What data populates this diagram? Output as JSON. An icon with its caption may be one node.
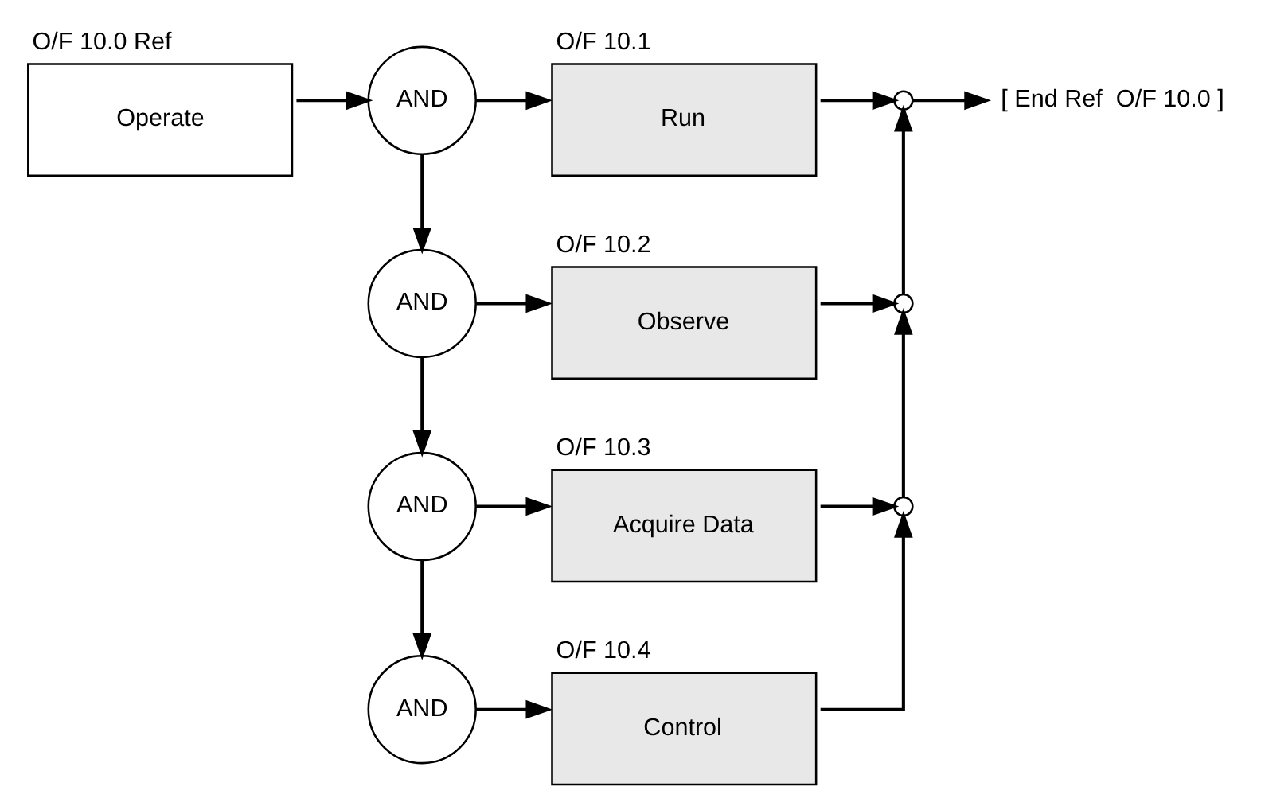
{
  "diagram": {
    "nodes": [
      {
        "text": [
          "Operate"
        ],
        "beside": [
          "O/F 10.0 Ref"
        ]
      },
      {
        "text": [
          "AND"
        ]
      },
      {
        "text": [
          "Run"
        ],
        "beside": [
          "O/F 10.1"
        ]
      },
      {
        "text": [],
        "shape": "circle"
      },
      {
        "text": [
          "[ End Ref  O/F 10.0 ]"
        ]
      },
      {
        "text": [
          "AND"
        ]
      },
      {
        "text": [
          "Observe"
        ],
        "beside": [
          "O/F 10.2"
        ]
      },
      {
        "text": [],
        "shape": "circle"
      },
      {
        "text": [
          "AND"
        ]
      },
      {
        "text": [
          "Acquire Data"
        ],
        "beside": [
          "O/F 10.3"
        ]
      },
      {
        "text": [],
        "shape": "circle"
      },
      {
        "text": [
          "AND"
        ]
      },
      {
        "text": [
          "Control"
        ],
        "beside": [
          "O/F 10.4"
        ]
      }
    ],
    "edges": [
      {
        "from": 0,
        "to": 1,
        "arrow": "to"
      },
      {
        "from": 1,
        "to": 2,
        "arrow": "to"
      },
      {
        "from": 2,
        "to": 3,
        "arrow": "to"
      },
      {
        "from": 3,
        "to": 4,
        "arrow": "to"
      },
      {
        "from": 1,
        "to": 5,
        "arrow": "to"
      },
      {
        "from": 5,
        "to": 6,
        "arrow": "to"
      },
      {
        "from": 6,
        "to": 7,
        "arrow": "to"
      },
      {
        "from": 7,
        "to": 3,
        "arrow": "to"
      },
      {
        "from": 5,
        "to": 8,
        "arrow": "to"
      },
      {
        "from": 8,
        "to": 9,
        "arrow": "to"
      },
      {
        "from": 9,
        "to": 10,
        "arrow": "to"
      },
      {
        "from": 10,
        "to": 7,
        "arrow": "to"
      },
      {
        "from": 8,
        "to": 11,
        "arrow": "to"
      },
      {
        "from": 11,
        "to": 12,
        "arrow": "to"
      },
      {
        "from": 12,
        "to": 10,
        "arrow": "to"
      }
    ]
  }
}
